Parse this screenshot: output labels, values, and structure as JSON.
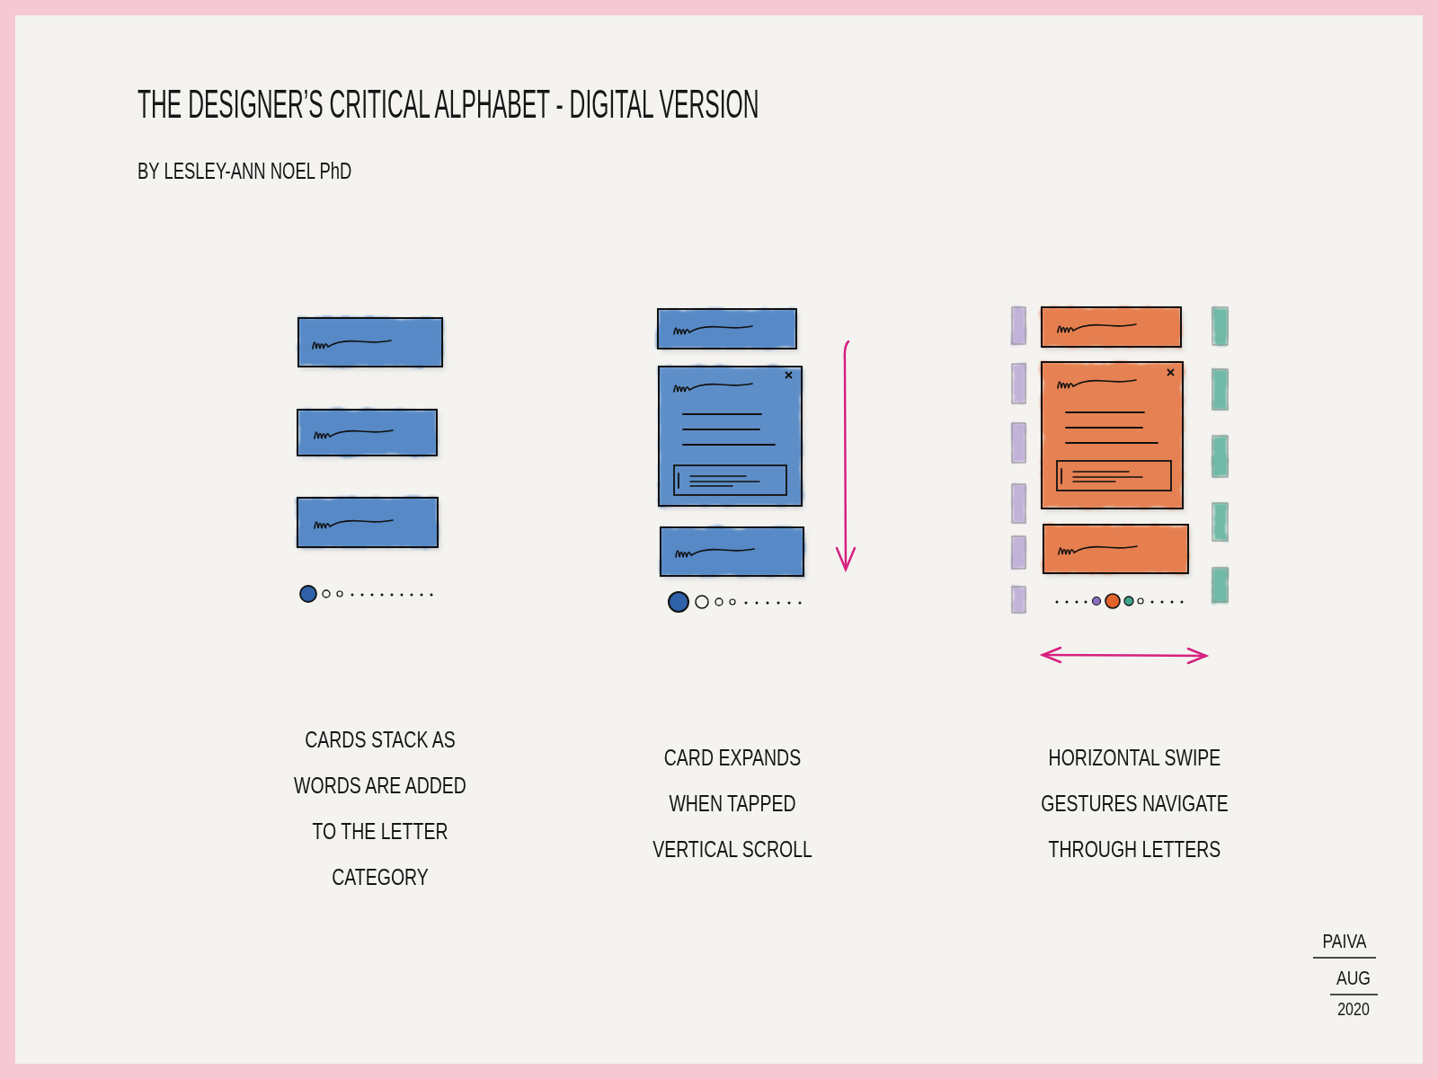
{
  "diagram": {
    "title": "THE DESIGNER’S CRITICAL ALPHABET - DIGITAL VERSION",
    "labels": [
      "BY LESLEY-ANN NOEL PhD",
      "CARDS STACK AS WORDS ARE ADDED TO THE LETTER CATEGORY",
      "CARD EXPANDS WHEN TAPPED VERTICAL SCROLL",
      "HORIZONTAL SWIPE GESTURES NAVIGATE THROUGH LETTERS",
      "PAIVA",
      "AUG",
      "2020"
    ]
  }
}
